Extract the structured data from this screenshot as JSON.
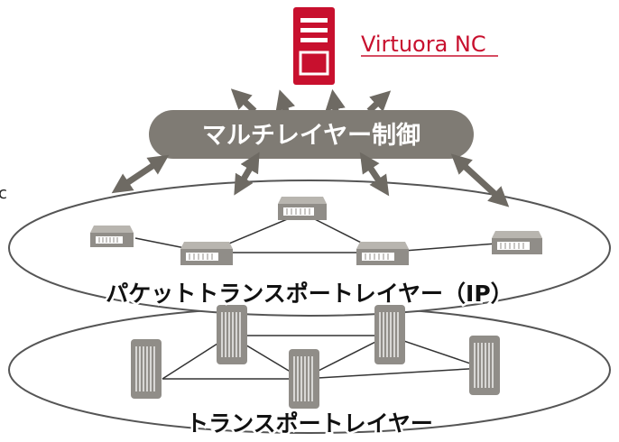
{
  "controller": {
    "name": "Virtuora NC",
    "icon": "server-tower-icon",
    "color": "#c8102e"
  },
  "control_bar": {
    "label": "マルチレイヤー制御",
    "color": "#7f7b74"
  },
  "layers": {
    "packet": {
      "label": "パケットトランスポートレイヤー（IP）",
      "icon": "router-icon"
    },
    "transport": {
      "label": "トランスポートレイヤー",
      "icon": "optical-rack-icon"
    }
  },
  "edge_fragment": "c",
  "colors": {
    "arrow": "#6e6a63",
    "device_body": "#908d88",
    "device_panel": "#ffffff",
    "link_line": "#333333",
    "ellipse_stroke": "#555555"
  }
}
